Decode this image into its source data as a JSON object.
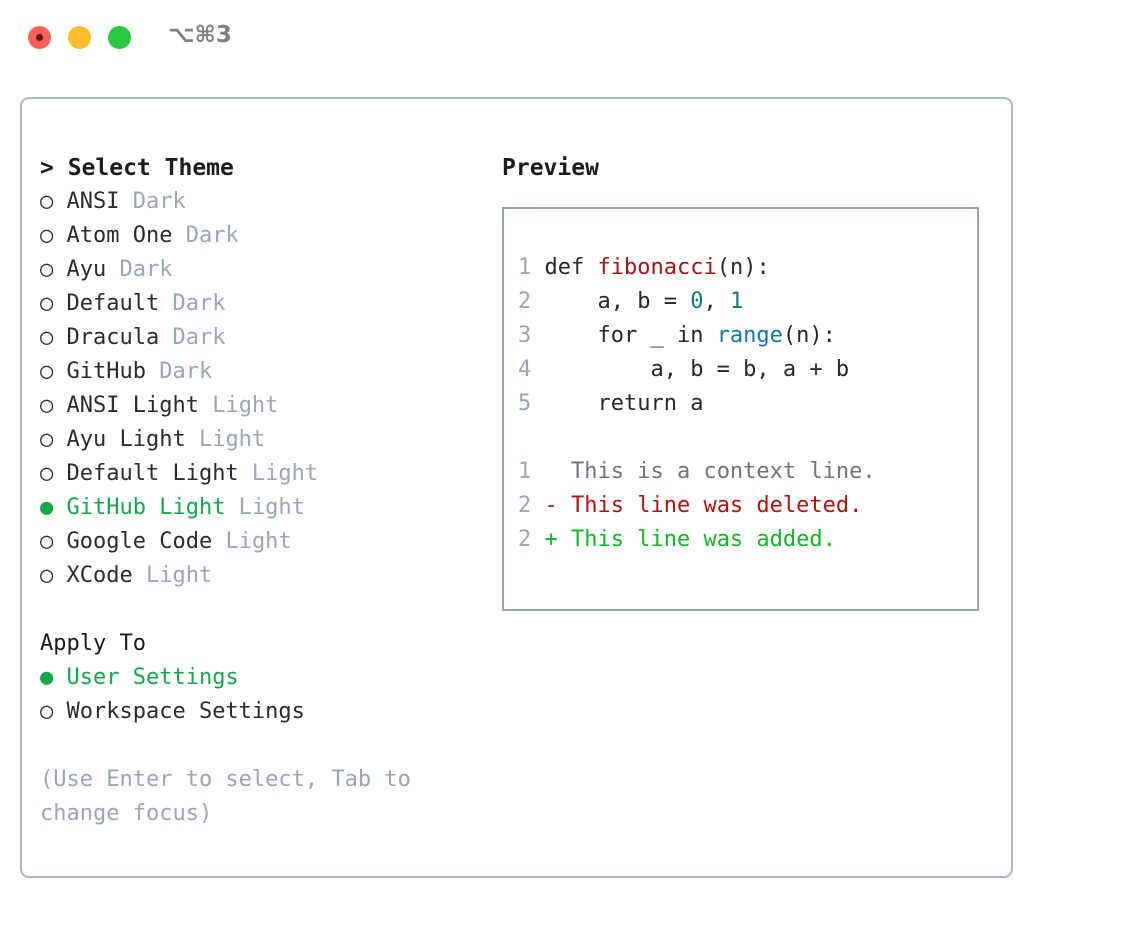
{
  "window": {
    "shortcut": "⌥⌘3",
    "traffic_lights": [
      {
        "name": "close",
        "color": "#ff5f57"
      },
      {
        "name": "minimize",
        "color": "#febc2e"
      },
      {
        "name": "maximize",
        "color": "#28c840"
      }
    ]
  },
  "theme_picker": {
    "header": "> Select Theme",
    "selected_theme": "GitHub Light",
    "selected_bullet": "●",
    "unselected_bullet": "○",
    "items": [
      {
        "bullet": "○",
        "name": "ANSI",
        "variant": "Dark",
        "selected": false
      },
      {
        "bullet": "○",
        "name": "Atom One",
        "variant": "Dark",
        "selected": false
      },
      {
        "bullet": "○",
        "name": "Ayu",
        "variant": "Dark",
        "selected": false
      },
      {
        "bullet": "○",
        "name": "Default",
        "variant": "Dark",
        "selected": false
      },
      {
        "bullet": "○",
        "name": "Dracula",
        "variant": "Dark",
        "selected": false
      },
      {
        "bullet": "○",
        "name": "GitHub",
        "variant": "Dark",
        "selected": false
      },
      {
        "bullet": "○",
        "name": "ANSI Light",
        "variant": "Light",
        "selected": false
      },
      {
        "bullet": "○",
        "name": "Ayu Light",
        "variant": "Light",
        "selected": false
      },
      {
        "bullet": "○",
        "name": "Default Light",
        "variant": "Light",
        "selected": false
      },
      {
        "bullet": "●",
        "name": "GitHub Light",
        "variant": "Light",
        "selected": true
      },
      {
        "bullet": "○",
        "name": "Google Code",
        "variant": "Light",
        "selected": false
      },
      {
        "bullet": "○",
        "name": "XCode",
        "variant": "Light",
        "selected": false
      }
    ]
  },
  "apply_to": {
    "title": "Apply To",
    "selected_option": "User Settings",
    "options": [
      {
        "bullet": "●",
        "label": "User Settings",
        "selected": true
      },
      {
        "bullet": "○",
        "label": "Workspace Settings",
        "selected": false
      }
    ]
  },
  "help": {
    "text": "(Use Enter to select, Tab to change focus)"
  },
  "preview": {
    "title": "Preview",
    "code": {
      "lines": [
        {
          "no": "1",
          "segments": [
            {
              "t": "def ",
              "c": "plain"
            },
            {
              "t": "fibonacci",
              "c": "func"
            },
            {
              "t": "(n):",
              "c": "plain"
            }
          ]
        },
        {
          "no": "2",
          "segments": [
            {
              "t": "    a, b = ",
              "c": "plain"
            },
            {
              "t": "0",
              "c": "num"
            },
            {
              "t": ", ",
              "c": "plain"
            },
            {
              "t": "1",
              "c": "num"
            }
          ]
        },
        {
          "no": "3",
          "segments": [
            {
              "t": "    for _ in ",
              "c": "plain"
            },
            {
              "t": "range",
              "c": "kwfn"
            },
            {
              "t": "(n):",
              "c": "plain"
            }
          ]
        },
        {
          "no": "4",
          "segments": [
            {
              "t": "        a, b = b, a + b",
              "c": "plain"
            }
          ]
        },
        {
          "no": "5",
          "segments": [
            {
              "t": "    return a",
              "c": "plain"
            }
          ]
        }
      ]
    },
    "diff": {
      "lines": [
        {
          "no": "1",
          "marker": " ",
          "text": " This is a context line.",
          "kind": "ctx"
        },
        {
          "no": "2",
          "marker": "-",
          "text": " This line was deleted.",
          "kind": "del"
        },
        {
          "no": "2",
          "marker": "+",
          "text": " This line was added.",
          "kind": "add"
        }
      ]
    }
  },
  "colors": {
    "accent_green": "#14a84a",
    "muted": "#9aa6b2",
    "border": "#aeb8c4",
    "preview_border": "#97a3b0",
    "func_red": "#a31515",
    "number_teal": "#0f7a72",
    "builtin_blue": "#1178a8",
    "diff_delete": "#b31212",
    "diff_add": "#11b723"
  }
}
